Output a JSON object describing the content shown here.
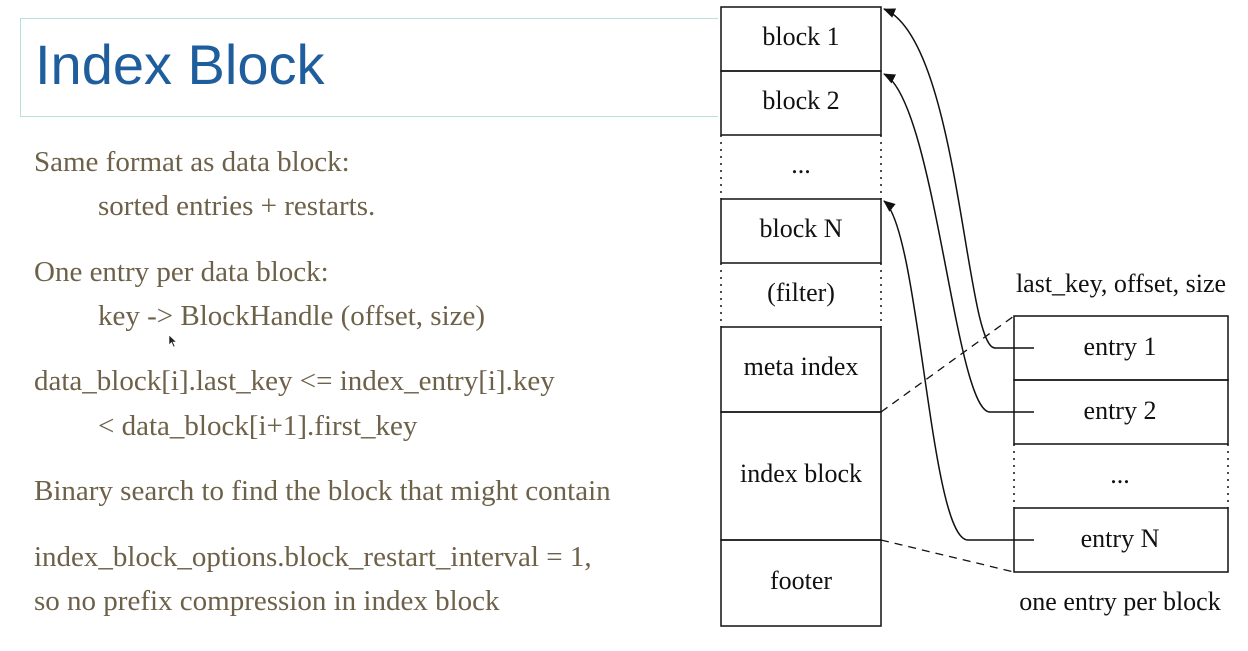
{
  "title": "Index Block",
  "lines": {
    "l1": "Same format as data block:",
    "l2": "sorted entries + restarts.",
    "l3": "One entry per data block:",
    "l4": "key -> BlockHandle (offset, size)",
    "l5": "data_block[i].last_key <= index_entry[i].key",
    "l6": "< data_block[i+1].first_key",
    "l7": "Binary search to find the block that might contain",
    "l8": "index_block_options.block_restart_interval = 1,",
    "l9": "so no prefix compression in index block"
  },
  "diagram": {
    "file_blocks": {
      "block1": "block 1",
      "block2": "block 2",
      "ellipsis": "...",
      "blockN": "block N",
      "filter": "(filter)",
      "meta_index": "meta index",
      "index_block": "index block",
      "footer": "footer"
    },
    "entry_header": "last_key, offset, size",
    "entries": {
      "entry1": "entry 1",
      "entry2": "entry 2",
      "ellipsis": "...",
      "entryN": "entry N"
    },
    "entries_caption": "one entry per block"
  },
  "colors": {
    "title": "#1f5e9c",
    "body_text": "#6e6149",
    "title_border": "#b9e0dd"
  }
}
